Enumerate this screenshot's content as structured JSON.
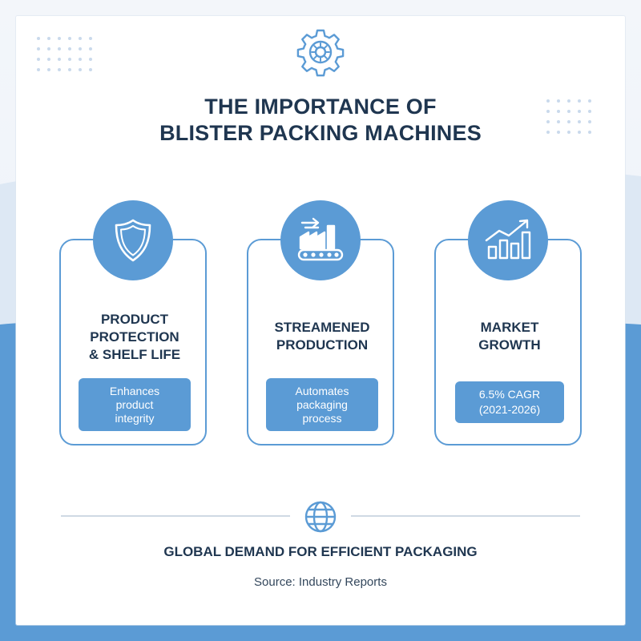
{
  "header": {
    "icon": "gear-icon",
    "title_line1": "THE IMPORTANCE OF",
    "title_line2": "BLISTER PACKING MACHINES"
  },
  "cards": [
    {
      "icon": "shield-icon",
      "title_lines": [
        "PRODUCT",
        "PROTECTION",
        "& SHELF LIFE"
      ],
      "detail_lines": [
        "Enhances",
        "product",
        "integrity"
      ]
    },
    {
      "icon": "factory-conveyor-icon",
      "title_lines": [
        "STREAMENED",
        "PRODUCTION"
      ],
      "detail_lines": [
        "Automates",
        "packaging",
        "process"
      ]
    },
    {
      "icon": "growth-chart-icon",
      "title_lines": [
        "MARKET",
        "GROWTH"
      ],
      "detail_lines": [
        "6.5% CAGR",
        "(2021-2026)"
      ]
    }
  ],
  "footer": {
    "icon": "globe-icon",
    "title": "GLOBAL DEMAND FOR EFFICIENT PACKAGING",
    "source": "Source: Industry Reports"
  },
  "colors": {
    "accent": "#5b9bd5",
    "text_dark": "#1f3650",
    "background": "#ffffff"
  }
}
